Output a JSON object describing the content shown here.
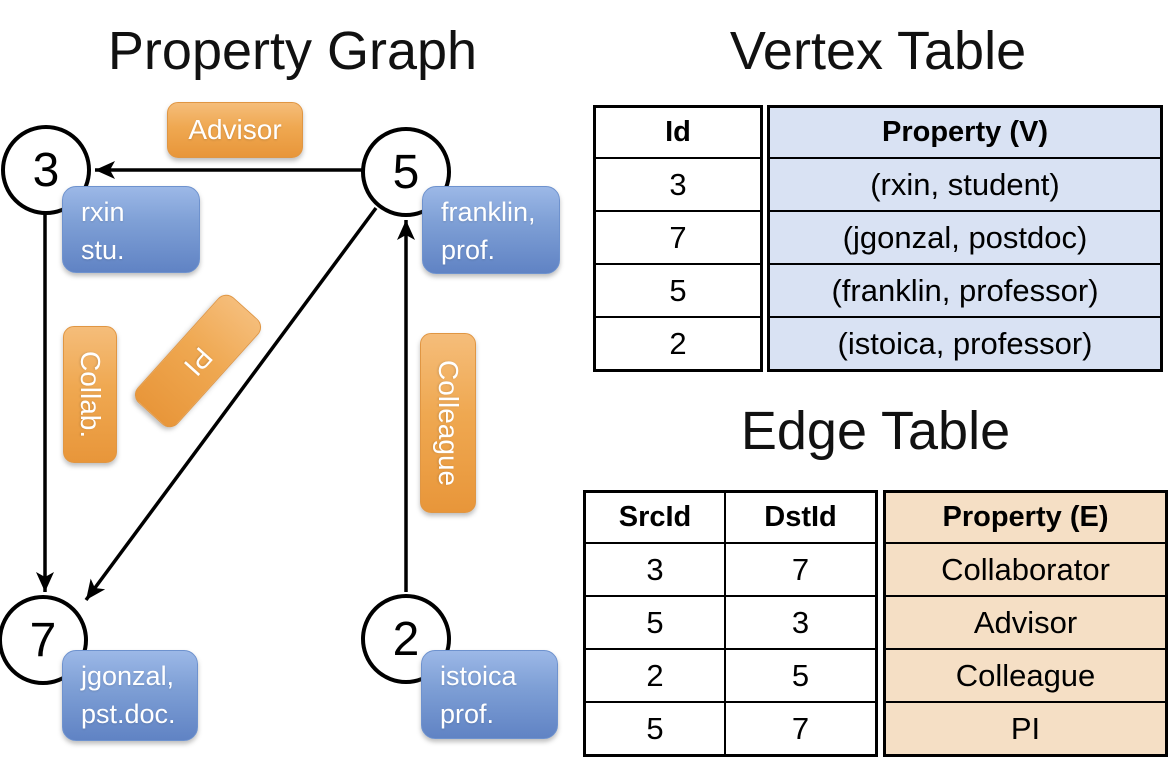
{
  "graph": {
    "title": "Property Graph",
    "nodes": [
      {
        "id": "3"
      },
      {
        "id": "5"
      },
      {
        "id": "7"
      },
      {
        "id": "2"
      }
    ],
    "node_properties": [
      {
        "line1": "rxin",
        "line2": "stu."
      },
      {
        "line1": "franklin,",
        "line2": "prof."
      },
      {
        "line1": "jgonzal,",
        "line2": "pst.doc."
      },
      {
        "line1": "istoica",
        "line2": "prof."
      }
    ],
    "edge_labels": [
      {
        "label": "Advisor"
      },
      {
        "label": "Collab."
      },
      {
        "label": "PI"
      },
      {
        "label": "Colleague"
      }
    ]
  },
  "vertex_table": {
    "title": "Vertex Table",
    "columns": {
      "id": "Id",
      "property": "Property (V)"
    },
    "rows": [
      {
        "id": "3",
        "property": "(rxin, student)"
      },
      {
        "id": "7",
        "property": "(jgonzal, postdoc)"
      },
      {
        "id": "5",
        "property": "(franklin, professor)"
      },
      {
        "id": "2",
        "property": "(istoica, professor)"
      }
    ]
  },
  "edge_table": {
    "title": "Edge Table",
    "columns": {
      "src": "SrcId",
      "dst": "DstId",
      "property": "Property (E)"
    },
    "rows": [
      {
        "src": "3",
        "dst": "7",
        "property": "Collaborator"
      },
      {
        "src": "5",
        "dst": "3",
        "property": "Advisor"
      },
      {
        "src": "2",
        "dst": "5",
        "property": "Colleague"
      },
      {
        "src": "5",
        "dst": "7",
        "property": "PI"
      }
    ]
  },
  "colors": {
    "edge_label_fill": "#EFA851",
    "vertex_property_fill": "#7FA0D6",
    "vertex_table_cell": "#D9E2F3",
    "edge_table_cell": "#F5DFC5",
    "line": "#000000"
  }
}
